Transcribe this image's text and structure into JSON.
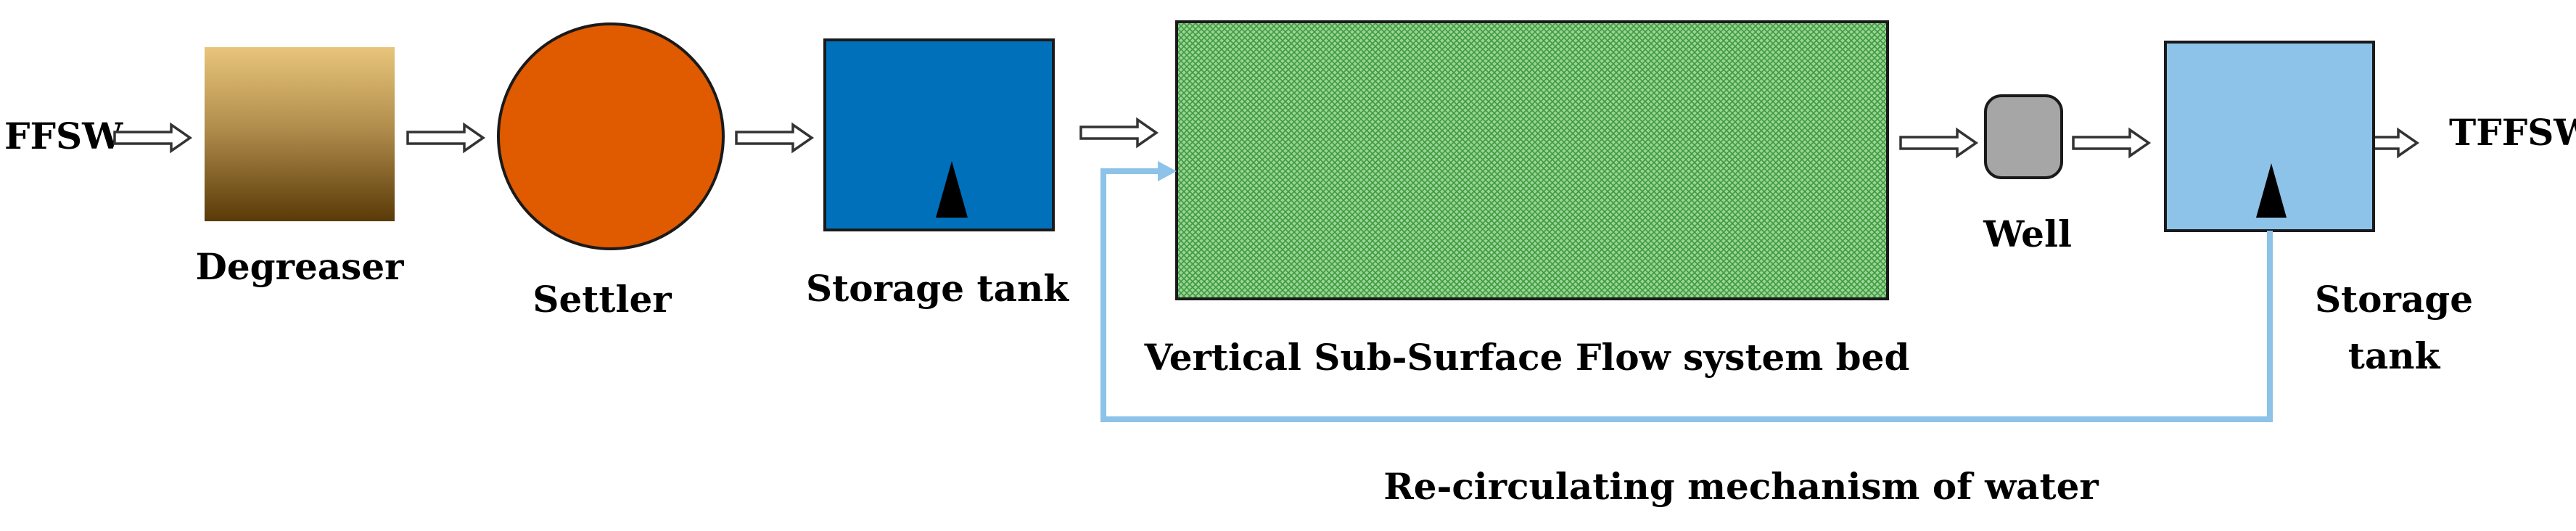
{
  "diagram": {
    "input_label": "FFSW",
    "output_label": "TFFSW",
    "stages": [
      {
        "id": "degreaser",
        "label": "Degreaser",
        "shape": "gradient-rectangle",
        "colors": [
          "#E6C57C",
          "#8A6A2E",
          "#5B3A06"
        ]
      },
      {
        "id": "settler",
        "label": "Settler",
        "shape": "circle",
        "color": "#E05A00"
      },
      {
        "id": "storage-tank-1",
        "label": "Storage tank",
        "shape": "rectangle",
        "color": "#0070BA",
        "has_pump_marker": true
      },
      {
        "id": "vssf-bed",
        "label": "Vertical Sub-Surface Flow system bed",
        "shape": "hatched-rectangle",
        "color": "#8FD38C"
      },
      {
        "id": "well",
        "label": "Well",
        "shape": "rounded-rectangle",
        "color": "#A6A6A6"
      },
      {
        "id": "storage-tank-2",
        "label_line1": "Storage",
        "label_line2": "tank",
        "shape": "rectangle",
        "color": "#8DC3E8",
        "has_pump_marker": true
      }
    ],
    "recirculation": {
      "label": "Re-circulating mechanism of water",
      "color": "#8DC3E8",
      "from": "storage-tank-2",
      "to": "vssf-bed"
    },
    "flow_arrow_style": "hollow-block-arrow"
  }
}
